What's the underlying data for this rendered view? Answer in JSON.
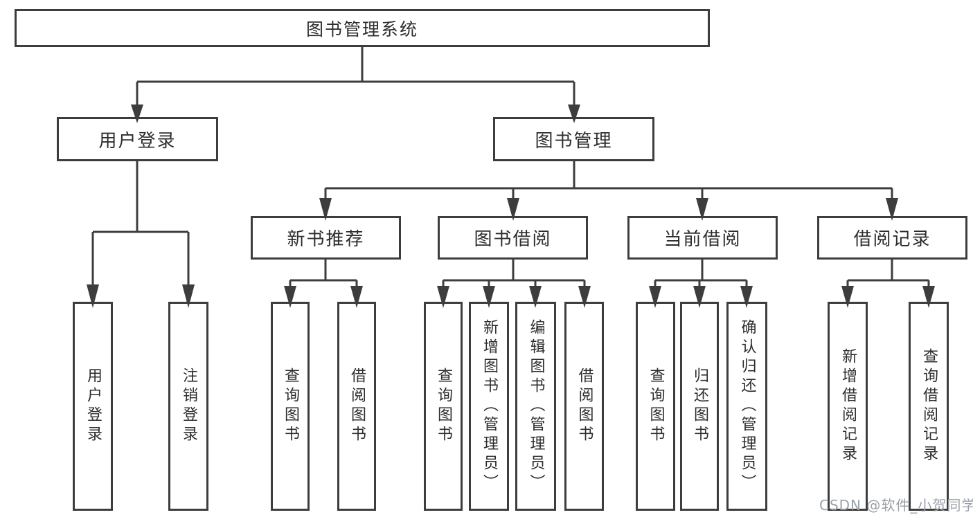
{
  "root": {
    "label": "图书管理系统"
  },
  "level2": {
    "user_login": {
      "label": "用户登录",
      "leaves": [
        {
          "label": "用户登录"
        },
        {
          "label": "注销登录"
        }
      ]
    },
    "book_management": {
      "label": "图书管理"
    }
  },
  "modules": {
    "new_book_recommend": {
      "label": "新书推荐",
      "leaves": [
        {
          "label": "查询图书"
        },
        {
          "label": "借阅图书"
        }
      ]
    },
    "book_borrowing": {
      "label": "图书借阅",
      "leaves": [
        {
          "label": "查询图书"
        },
        {
          "label": "新增图书（管理员）"
        },
        {
          "label": "编辑图书（管理员）"
        },
        {
          "label": "借阅图书"
        }
      ]
    },
    "current_borrowing": {
      "label": "当前借阅",
      "leaves": [
        {
          "label": "查询图书"
        },
        {
          "label": "归还图书"
        },
        {
          "label": "确认归还（管理员）"
        }
      ]
    },
    "borrowing_records": {
      "label": "借阅记录",
      "leaves": [
        {
          "label": "新增借阅记录"
        },
        {
          "label": "查询借阅记录"
        }
      ]
    }
  },
  "watermark": {
    "text": "CSDN @软件_小贺同学"
  },
  "colors": {
    "line": "#3d3d3d",
    "box_border": "#3d3d3d",
    "text": "#2d2d2d",
    "watermark": "#99a1a9",
    "background": "#ffffff"
  }
}
